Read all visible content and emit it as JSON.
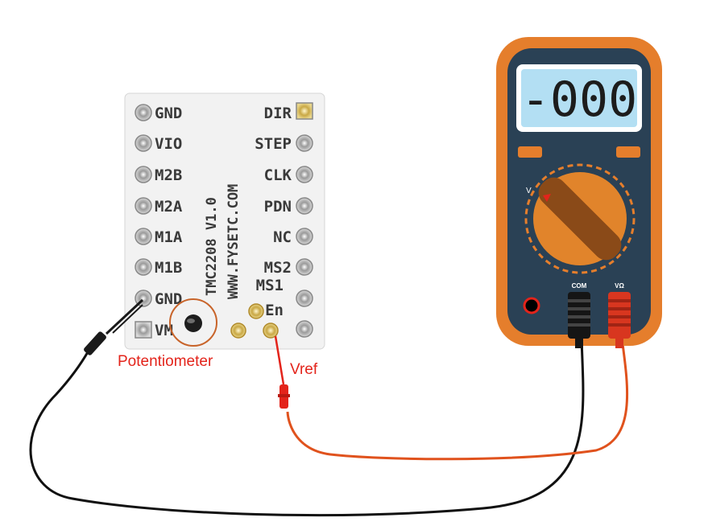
{
  "board": {
    "left_pins": [
      "GND",
      "VIO",
      "M2B",
      "M2A",
      "M1A",
      "M1B",
      "GND",
      "VM"
    ],
    "right_pins": [
      "DIR",
      "STEP",
      "CLK",
      "PDN",
      "NC",
      "MS2",
      "MS1",
      "En"
    ],
    "silkscreen": [
      "TMC2208 V1.0",
      "WWW.FYSETC.COM"
    ]
  },
  "callouts": {
    "potentiometer": "Potentiometer",
    "vref": "Vref"
  },
  "multimeter": {
    "display": "-000",
    "jacks": [
      "COM",
      "VΩ"
    ],
    "dial_mark": "V"
  },
  "colors": {
    "board": "#f2f2f2",
    "meter_body": "#e57e2c",
    "meter_face": "#2a4155",
    "lcd": "#b3dff3",
    "knob": "#e1842b",
    "probe_red": "#e3241b",
    "wire_black": "#111111",
    "wire_red": "#e0521d",
    "highlight": "#c8642a"
  }
}
